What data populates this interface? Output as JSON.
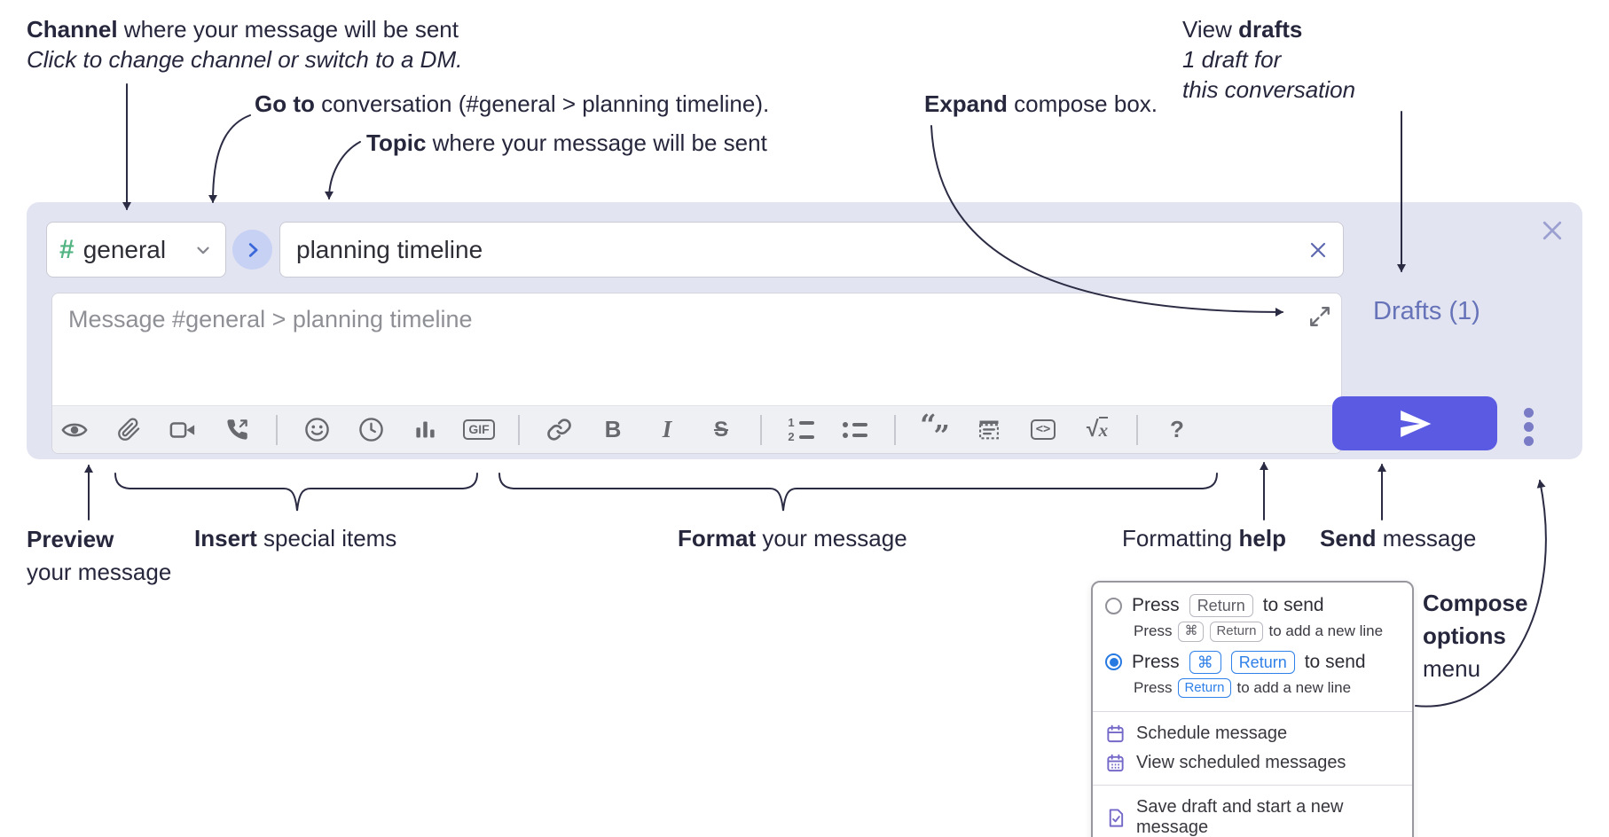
{
  "annotations": {
    "channel": {
      "bold": "Channel",
      "rest": " where your message will be sent",
      "italic": "Click to change channel or switch to a DM."
    },
    "go_to": {
      "bold": "Go to",
      "rest": " conversation (#general > planning timeline)."
    },
    "topic": {
      "bold": "Topic",
      "rest": " where your message will be sent"
    },
    "expand": {
      "bold": "Expand",
      "rest": " compose box."
    },
    "view_drafts": {
      "pre": "View ",
      "bold": "drafts",
      "line2": "1 draft for",
      "line3": "this conversation"
    },
    "preview": {
      "bold": "Preview",
      "line2": "your message"
    },
    "insert": {
      "bold": "Insert",
      "rest": " special items"
    },
    "format": {
      "bold": "Format",
      "rest": " your message"
    },
    "formatting_help": {
      "pre": "Formatting ",
      "bold": "help"
    },
    "send": {
      "bold": "Send",
      "rest": " message"
    },
    "compose_options": {
      "bold1": "Compose",
      "bold2": "options",
      "line3": "menu"
    }
  },
  "compose": {
    "channel": {
      "hash": "#",
      "name": "general"
    },
    "topic": {
      "value": "planning timeline"
    },
    "message": {
      "placeholder": "Message #general > planning timeline"
    },
    "drafts_link": "Drafts (1)",
    "toolbar": {
      "gif": "GIF",
      "bold": "B",
      "italic": "I",
      "strikethrough": "S",
      "ordered_1": "1",
      "ordered_2": "2",
      "quote_open": "“",
      "quote_close": "”",
      "code": "<>",
      "math_root": "√",
      "math_x": "x",
      "help": "?"
    },
    "icons": {
      "toolbar": [
        "eye-preview",
        "paperclip-attach",
        "video-call",
        "voice-call",
        "smiley-emoji",
        "clock-time",
        "poll-bar-chart",
        "gif",
        "link",
        "bold",
        "italic",
        "strikethrough",
        "numbered-list",
        "bulleted-list",
        "quote",
        "spoiler",
        "code",
        "math",
        "help"
      ],
      "other": [
        "hash",
        "chevron-down",
        "chevron-right-go",
        "clear-x",
        "expand-diagonal-arrows",
        "close-x",
        "send-paper-plane",
        "vertical-ellipsis",
        "calendar",
        "calendar-grid",
        "save-draft-document",
        "radio"
      ]
    }
  },
  "options_menu": {
    "enter_sends": {
      "press": "Press",
      "key_return": "Return",
      "to_send": "to send",
      "sub_press": "Press",
      "sub_key_cmd": "⌘",
      "sub_key_return": "Return",
      "sub_rest": "to add a new line"
    },
    "cmd_enter_sends": {
      "press": "Press",
      "key_cmd": "⌘",
      "key_return": "Return",
      "to_send": "to send",
      "sub_press": "Press",
      "sub_key_return": "Return",
      "sub_rest": "to add a new line"
    },
    "items": [
      "Schedule message",
      "View scheduled messages",
      "Save draft and start a new message"
    ]
  },
  "colors": {
    "compose_bg": "#e3e4f1",
    "send_accent": "#5a5be2",
    "drafts_link": "#6673b8",
    "kbd_blue": "#2f80e8",
    "hash_green": "#52b482",
    "menu_icon_purple": "#7468c8",
    "annotation_ink": "#26263c",
    "go_circle_bg": "#c6d1f4",
    "go_chevron": "#3a67d9"
  }
}
